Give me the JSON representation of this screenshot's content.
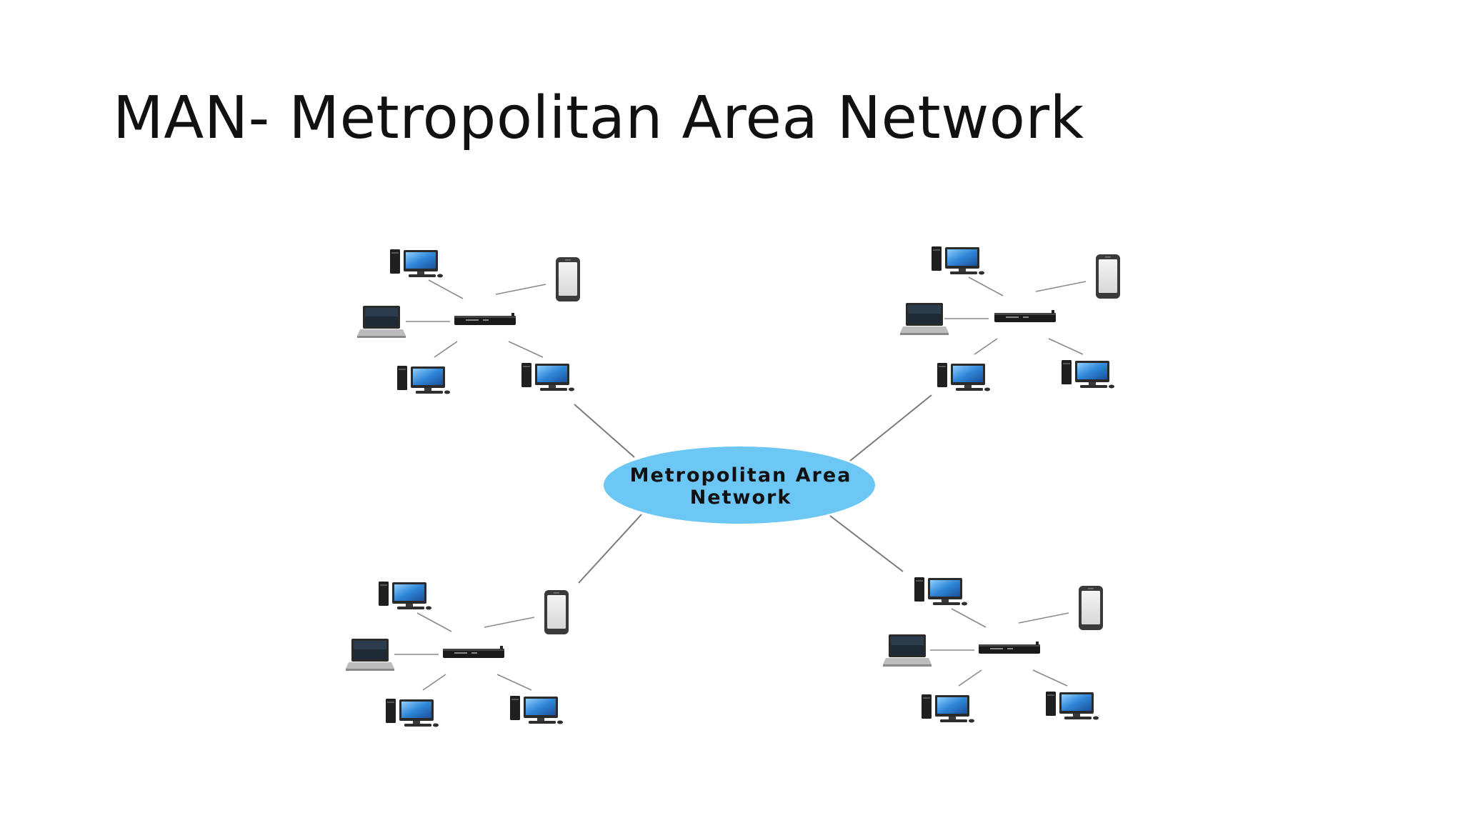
{
  "slide": {
    "title": "MAN- Metropolitan Area Network"
  },
  "diagram": {
    "center": {
      "label_line1": "Metropolitan Area",
      "label_line2": "Network",
      "fill_color": "#6cc7f5"
    },
    "clusters": [
      {
        "id": "top-left",
        "devices": [
          "desktop-icon",
          "smartphone-icon",
          "laptop-icon",
          "desktop-icon",
          "desktop-icon"
        ],
        "hub": "router-icon"
      },
      {
        "id": "top-right",
        "devices": [
          "desktop-icon",
          "smartphone-icon",
          "laptop-icon",
          "desktop-icon",
          "desktop-icon"
        ],
        "hub": "router-icon"
      },
      {
        "id": "bottom-left",
        "devices": [
          "desktop-icon",
          "smartphone-icon",
          "laptop-icon",
          "desktop-icon",
          "desktop-icon"
        ],
        "hub": "router-icon"
      },
      {
        "id": "bottom-right",
        "devices": [
          "desktop-icon",
          "smartphone-icon",
          "laptop-icon",
          "desktop-icon",
          "desktop-icon"
        ],
        "hub": "router-icon"
      }
    ],
    "colors": {
      "link": "#7a7a7a",
      "screen": "#3a8fd6",
      "device_body": "#2b2b2b"
    }
  }
}
